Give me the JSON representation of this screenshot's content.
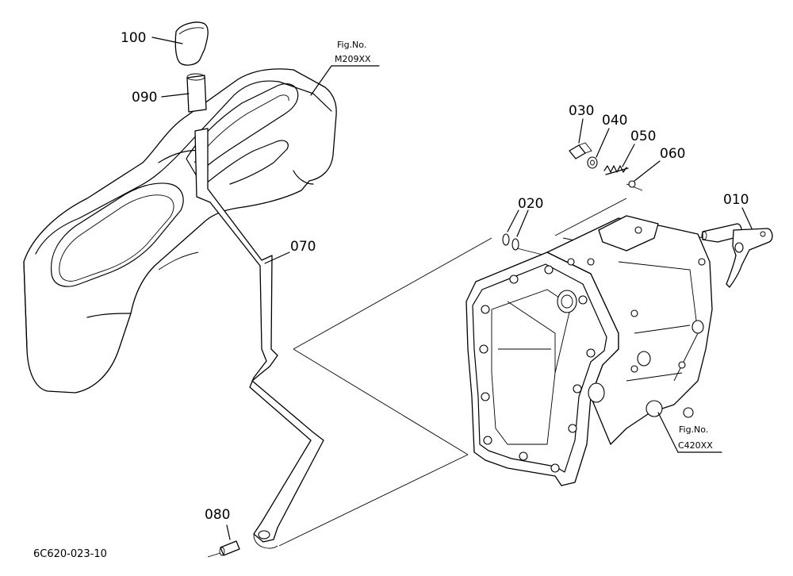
{
  "diagram": {
    "drawing_number": "6C620-023-10",
    "parts": [
      {
        "key": "p010",
        "label": "010"
      },
      {
        "key": "p020",
        "label": "020"
      },
      {
        "key": "p030",
        "label": "030"
      },
      {
        "key": "p040",
        "label": "040"
      },
      {
        "key": "p050",
        "label": "050"
      },
      {
        "key": "p060",
        "label": "060"
      },
      {
        "key": "p070",
        "label": "070"
      },
      {
        "key": "p080",
        "label": "080"
      },
      {
        "key": "p090",
        "label": "090"
      },
      {
        "key": "p100",
        "label": "100"
      }
    ],
    "figure_refs": [
      {
        "prefix": "Fig.No.",
        "number": "M209XX"
      },
      {
        "prefix": "Fig.No.",
        "number": "C420XX"
      }
    ]
  }
}
